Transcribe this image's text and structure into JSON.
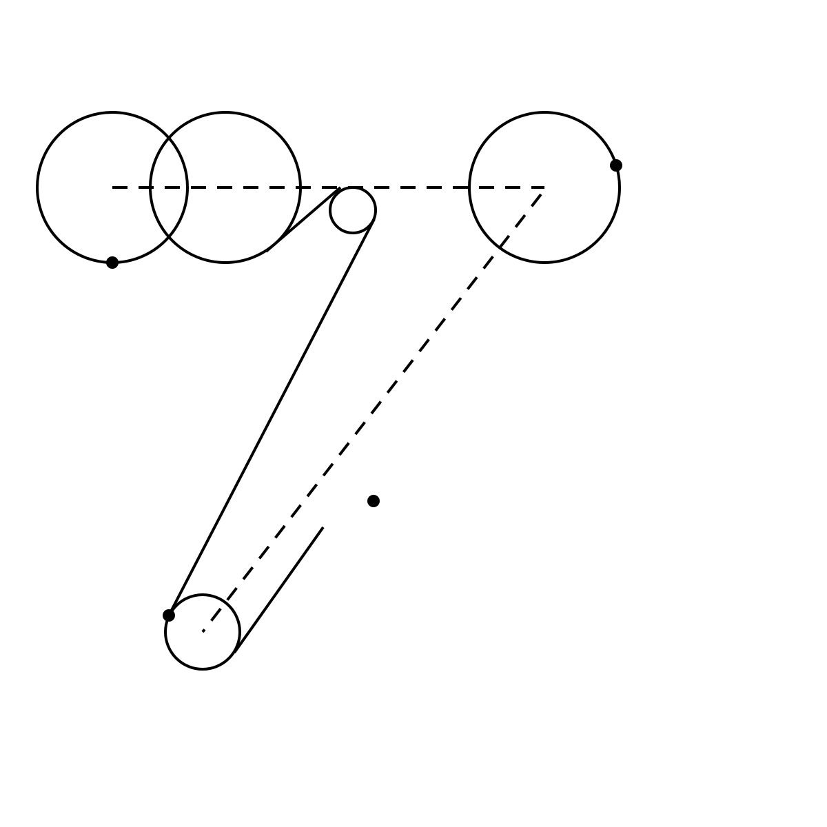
{
  "diagram": {
    "stroke_color": "#000000",
    "background_color": "#ffffff",
    "elements": [
      "left-circle",
      "second-circle",
      "small-pulley-circle",
      "right-circle",
      "bottom-circle",
      "horizontal-dashed-line",
      "diagonal-dashed-line",
      "belt-segments",
      "marker-dots"
    ]
  }
}
